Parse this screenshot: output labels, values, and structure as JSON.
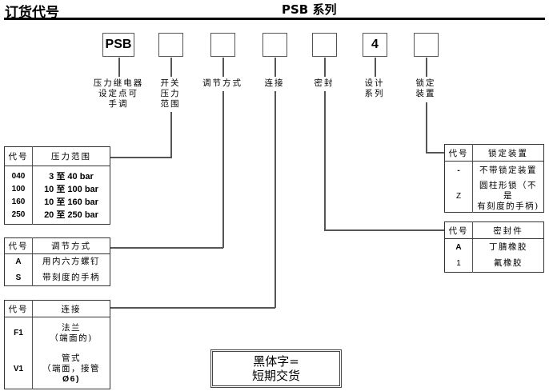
{
  "header": {
    "title": "订货代号",
    "series": "PSB 系列"
  },
  "code_boxes": [
    {
      "value": "PSB",
      "label": [
        "压力继电器",
        "设定点可",
        "手调"
      ]
    },
    {
      "value": "",
      "label": [
        "开关",
        "压力",
        "范围"
      ]
    },
    {
      "value": "",
      "label": [
        "调节方式"
      ]
    },
    {
      "value": "",
      "label": [
        "连接"
      ]
    },
    {
      "value": "",
      "label": [
        "密封"
      ]
    },
    {
      "value": "4",
      "label": [
        "设计",
        "系列"
      ]
    },
    {
      "value": "",
      "label": [
        "锁定",
        "装置"
      ]
    }
  ],
  "tables": {
    "pressure": {
      "headers": [
        "代号",
        "压力范围"
      ],
      "rows": [
        {
          "code": "040",
          "desc": "3 至 40 bar"
        },
        {
          "code": "100",
          "desc": "10 至 100 bar"
        },
        {
          "code": "160",
          "desc": "10 至 160 bar"
        },
        {
          "code": "250",
          "desc": "20 至 250 bar"
        }
      ]
    },
    "adjust": {
      "headers": [
        "代号",
        "调节方式"
      ],
      "rows": [
        {
          "code": "A",
          "desc": "用内六方螺钉"
        },
        {
          "code": "S",
          "desc": "带刻度的手柄"
        }
      ]
    },
    "connection": {
      "headers": [
        "代号",
        "连接"
      ],
      "rows": [
        {
          "code": "F1",
          "desc": [
            "法兰",
            "（端面的)"
          ]
        },
        {
          "code": "V1",
          "desc": [
            "管式",
            "（端面，接管",
            "Ø6)"
          ]
        }
      ]
    },
    "lock": {
      "headers": [
        "代号",
        "锁定装置"
      ],
      "rows": [
        {
          "code": "-",
          "desc": [
            "不带锁定装置"
          ]
        },
        {
          "code": "Z",
          "desc": [
            "圆柱形锁（不是",
            "有刻度的手柄)"
          ]
        }
      ]
    },
    "seal": {
      "headers": [
        "代号",
        "密封件"
      ],
      "rows": [
        {
          "code": "A",
          "desc": "丁腈橡胶"
        },
        {
          "code": "1",
          "desc": "氟橡胶"
        }
      ]
    }
  },
  "legend": {
    "line1": "黑体字=",
    "line2": "短期交货"
  }
}
